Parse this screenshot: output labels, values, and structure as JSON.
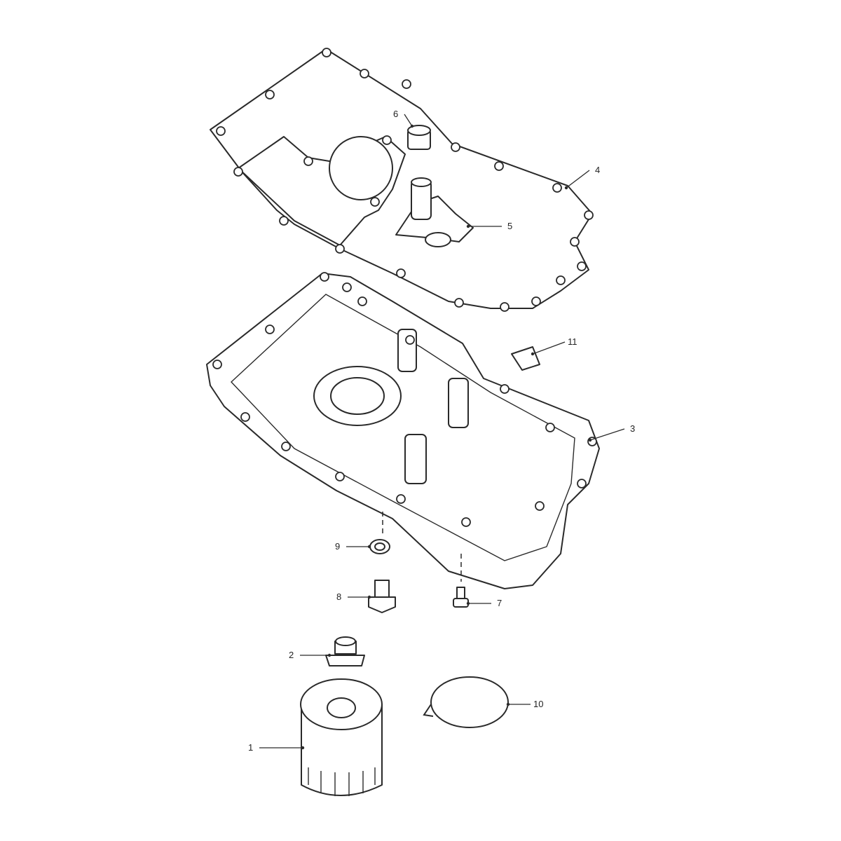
{
  "diagram": {
    "type": "exploded parts diagram",
    "parts": [
      {
        "number": "1",
        "name": "oil-filter"
      },
      {
        "number": "2",
        "name": "filter-adapter"
      },
      {
        "number": "3",
        "name": "sump-pan"
      },
      {
        "number": "4",
        "name": "sump-gasket"
      },
      {
        "number": "5",
        "name": "oil-pickup"
      },
      {
        "number": "6",
        "name": "adapter-sleeve"
      },
      {
        "number": "7",
        "name": "bolt"
      },
      {
        "number": "8",
        "name": "drain-plug"
      },
      {
        "number": "9",
        "name": "sealing-washer"
      },
      {
        "number": "10",
        "name": "wire-clip"
      },
      {
        "number": "11",
        "name": "clip"
      }
    ]
  }
}
